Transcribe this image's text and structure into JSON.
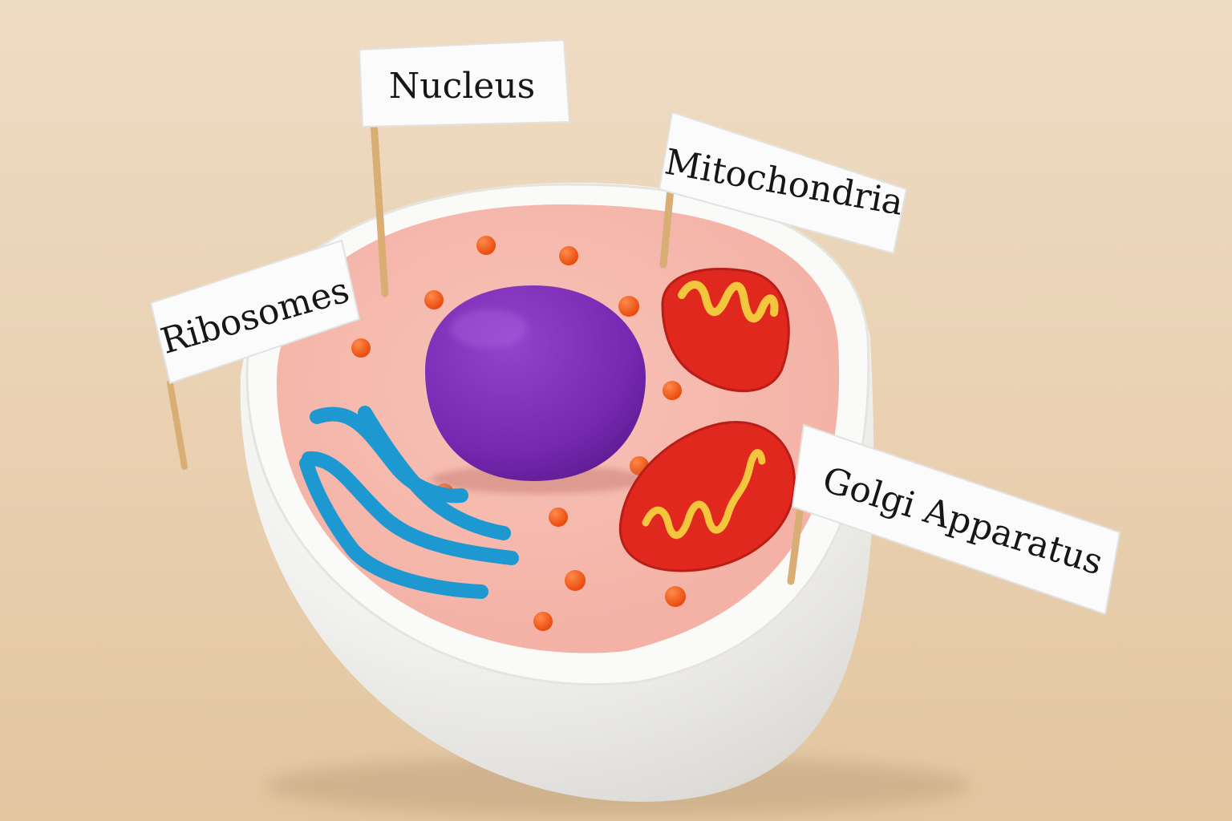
{
  "labels": {
    "nucleus": "Nucleus",
    "mitochondria": "Mitochondria",
    "ribosomes": "Ribosomes",
    "golgi": "Golgi Apparatus"
  },
  "colors": {
    "background_top": "#efdcc4",
    "background_bottom": "#e4c9a3",
    "styrofoam": "#f7f7f5",
    "cytoplasm": "#f6b8ad",
    "nucleus": "#7a2bb4",
    "mitochondria_outer": "#e0281f",
    "mitochondria_crista": "#f4c63d",
    "golgi": "#1d98d0",
    "ribosome": "#f05a14",
    "flag_paper": "#fbfbfb",
    "toothpick": "#dcb27a"
  }
}
